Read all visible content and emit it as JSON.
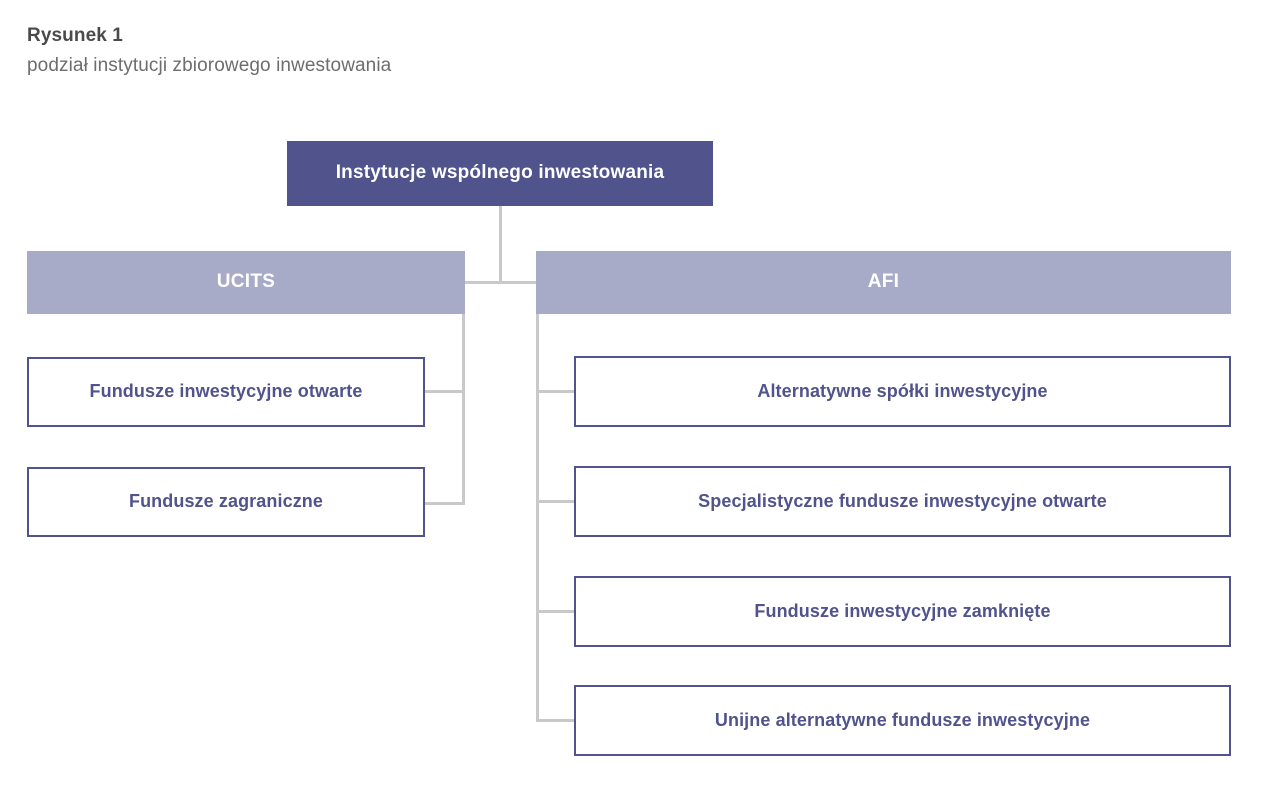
{
  "figure": {
    "title": "Rysunek 1",
    "subtitle": "podział instytucji zbiorowego inwestowania"
  },
  "colors": {
    "root_fill": "#50538c",
    "branch_fill": "#a8abc8",
    "leaf_border": "#50538c",
    "leaf_text": "#50538c",
    "connector": "#c9c9c9",
    "title_text": "#4a4a4a",
    "subtitle_text": "#6d6d6d",
    "page_background": "#ffffff"
  },
  "chart_data": {
    "type": "diagram",
    "title": "Rysunek 1",
    "subtitle": "podział instytucji zbiorowego inwestowania",
    "orientation": "top-down-hierarchy",
    "levels": 3,
    "root": "Instytucje wspólnego inwestowania",
    "branches": [
      "UCITS",
      "AFI"
    ],
    "leaves_by_branch": {
      "UCITS": [
        "Fundusze inwestycyjne otwarte",
        "Fundusze zagraniczne"
      ],
      "AFI": [
        "Alternatywne spółki inwestycyjne",
        "Specjalistyczne fundusze inwestycyjne otwarte",
        "Fundusze inwestycyjne zamknięte",
        "Unijne alternatywne fundusze inwestycyjne"
      ]
    }
  },
  "tree": {
    "root": {
      "label": "Instytucje wspólnego inwestowania"
    },
    "left_branch": {
      "label": "UCITS",
      "children": [
        {
          "label": "Fundusze inwestycyjne otwarte"
        },
        {
          "label": "Fundusze zagraniczne"
        }
      ]
    },
    "right_branch": {
      "label": "AFI",
      "children": [
        {
          "label": "Alternatywne spółki inwestycyjne"
        },
        {
          "label": "Specjalistyczne fundusze inwestycyjne otwarte"
        },
        {
          "label": "Fundusze inwestycyjne zamknięte"
        },
        {
          "label": "Unijne alternatywne fundusze inwestycyjne"
        }
      ]
    }
  }
}
